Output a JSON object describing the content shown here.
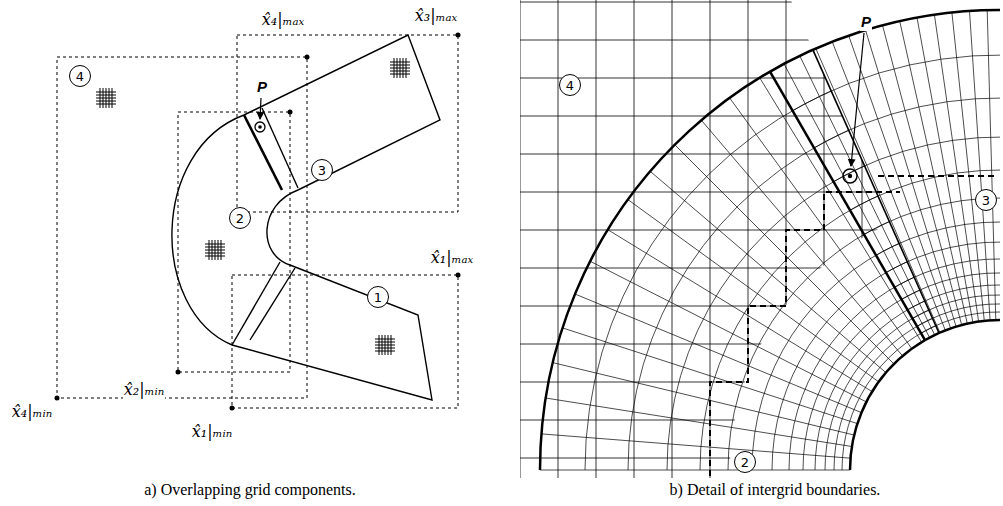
{
  "diagram": {
    "nodes": [
      {
        "text": [
          "4"
        ]
      },
      {
        "text": [
          "2"
        ]
      },
      {
        "text": [
          "3"
        ]
      },
      {
        "text": [
          "1"
        ]
      },
      {
        "text": [
          "4"
        ]
      },
      {
        "text": [
          "3"
        ]
      },
      {
        "text": [
          "2"
        ]
      }
    ],
    "labels": [
      "x̂₄|ₘₐₓ",
      "x̂₃|ₘₐₓ",
      "P",
      "x̂₁|ₘₐₓ",
      "x̂₂|ₘᵢₙ",
      "x̂₄|ₘᵢₙ",
      "x̂₁|ₘᵢₙ",
      "a) Overlapping grid components.",
      "P",
      "b) Detail of intergrid boundaries."
    ]
  }
}
